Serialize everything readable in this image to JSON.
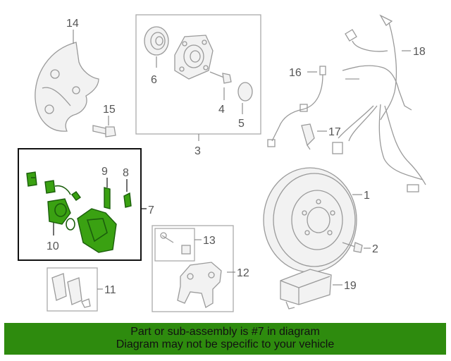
{
  "diagram": {
    "callouts": {
      "c1": "1",
      "c2": "2",
      "c3": "3",
      "c4": "4",
      "c5": "5",
      "c6": "6",
      "c7": "7",
      "c8": "8",
      "c9": "9",
      "c10": "10",
      "c11": "11",
      "c12": "12",
      "c13": "13",
      "c14": "14",
      "c15": "15",
      "c16": "16",
      "c17": "17",
      "c18": "18",
      "c19": "19"
    },
    "highlighted_part": "7",
    "colors": {
      "highlight": "#3aa112",
      "banner": "#2e8b0e",
      "outline": "#9a9a9a"
    }
  },
  "banner": {
    "line1": "Part or sub-assembly is #7 in diagram",
    "line2": "Diagram may not be specific to your vehicle"
  }
}
